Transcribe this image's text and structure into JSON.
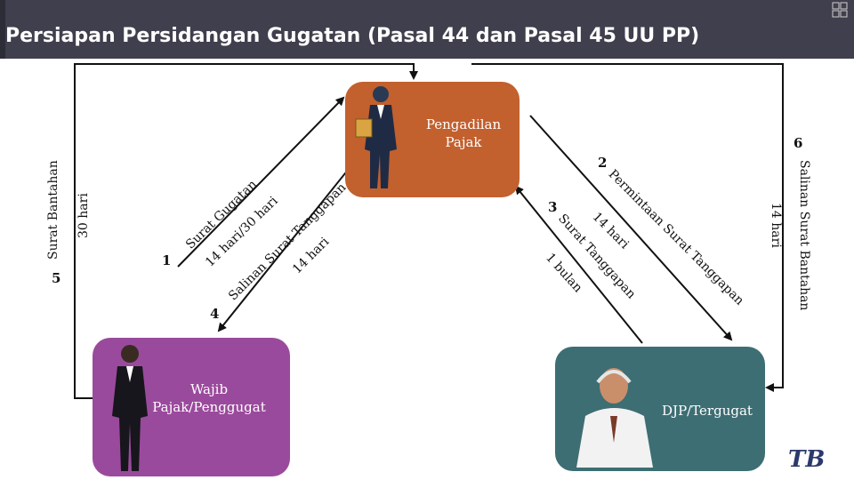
{
  "header": {
    "title": "Persiapan Persidangan Gugatan (Pasal 44 dan Pasal 45 UU PP)"
  },
  "boxes": {
    "court": {
      "label_line1": "Pengadilan",
      "label_line2": "Pajak",
      "color": "#c2602e"
    },
    "taxpayer": {
      "label_line1": "Wajib",
      "label_line2": "Pajak/Penggugat",
      "color": "#9a4a9c"
    },
    "djp": {
      "label": "DJP/Tergugat",
      "color": "#3d6e73"
    }
  },
  "steps": {
    "s1": {
      "number": "1",
      "label": "Surat Gugatan",
      "duration": "14 hari/30 hari"
    },
    "s2": {
      "number": "2",
      "label": "Permintaan Surat Tanggapan",
      "duration": "14 hari"
    },
    "s3": {
      "number": "3",
      "label": "Surat Tanggapan",
      "duration": "1 bulan"
    },
    "s4": {
      "number": "4",
      "label": "Salinan Surat Tanggapan",
      "duration": "14 hari"
    },
    "s5": {
      "number": "5",
      "label": "Surat Bantahan",
      "duration": "30 hari"
    },
    "s6": {
      "number": "6",
      "label": "Salinan Surat Bantahan",
      "duration": "14 hari"
    }
  },
  "colors": {
    "header_bg": "#3f3f4d",
    "accent_red": "#c0392b"
  },
  "logo": {
    "text": "TB"
  }
}
